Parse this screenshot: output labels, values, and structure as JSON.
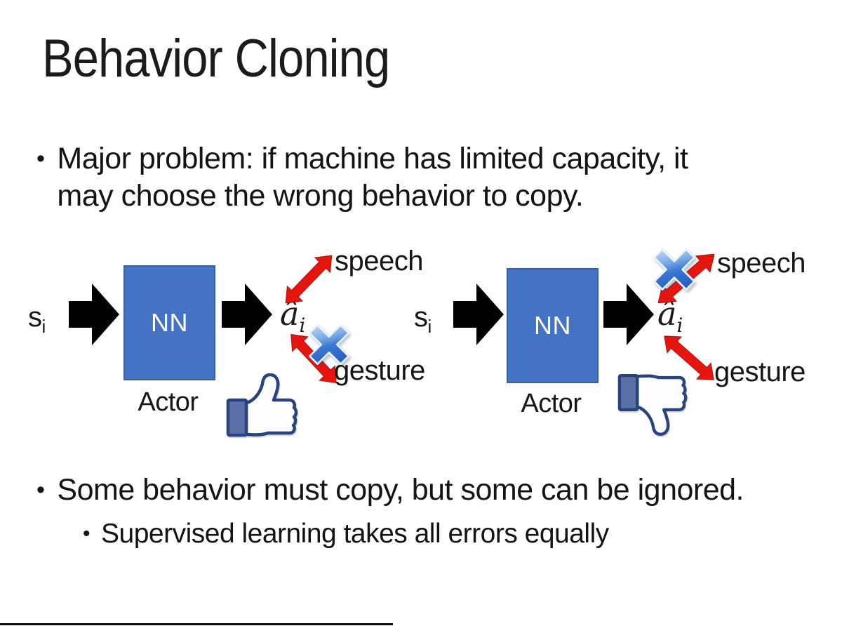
{
  "slide": {
    "title": "Behavior Cloning",
    "bullet1": {
      "line1": "Major problem: if machine has limited capacity, it",
      "line2": "may choose the wrong behavior to copy."
    },
    "bullet2": "Some behavior must copy, but some can be ignored.",
    "bullet2_sub": "Supervised learning takes all errors equally",
    "diagram_left": {
      "input_base": "s",
      "input_sub": "i",
      "nn_label": "NN",
      "output_base": "â",
      "output_sub": "i",
      "speech_label": "speech",
      "gesture_label": "gesture",
      "actor_label": "Actor",
      "crossed_out": "gesture",
      "feedback_icon": "thumbs-up"
    },
    "diagram_right": {
      "input_base": "s",
      "input_sub": "i",
      "nn_label": "NN",
      "output_base": "â",
      "output_sub": "i",
      "speech_label": "speech",
      "gesture_label": "gesture",
      "actor_label": "Actor",
      "crossed_out": "speech",
      "feedback_icon": "thumbs-down"
    },
    "colors": {
      "nn_box_fill": "#4472c4",
      "nn_box_border": "#3f5f9b",
      "block_arrow": "#000000",
      "double_arrow_red": "#e8150f",
      "cross_blue_dark": "#2a61c4",
      "cross_blue_light": "#b5d2f2",
      "thumb_outline": "#28437f",
      "thumb_cuff": "#5c6fa7",
      "text": "#161616"
    }
  }
}
